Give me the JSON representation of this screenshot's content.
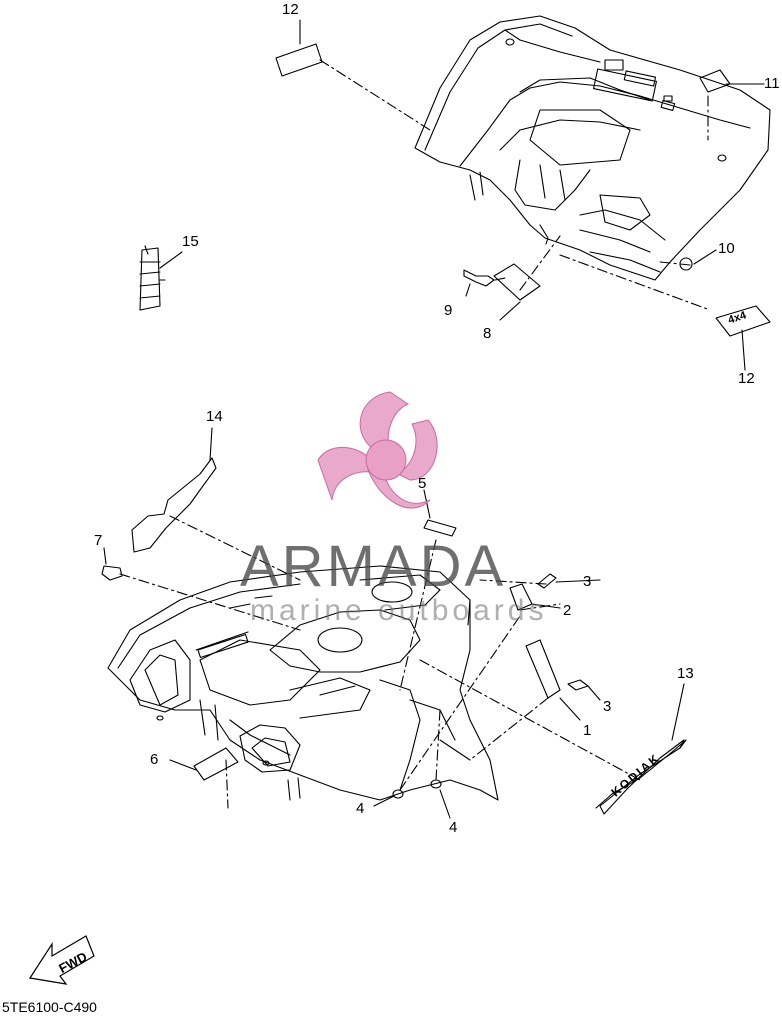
{
  "diagram": {
    "part_code": "5TE6100-C490",
    "fwd_label": "FWD",
    "watermark": {
      "brand": "ARMADA",
      "tagline": "marine outboards",
      "color": "#e8a6c8"
    },
    "callouts": [
      {
        "id": "c12a",
        "label": "12"
      },
      {
        "id": "c11",
        "label": "11"
      },
      {
        "id": "c15",
        "label": "15"
      },
      {
        "id": "c10",
        "label": "10"
      },
      {
        "id": "c9",
        "label": "9"
      },
      {
        "id": "c8",
        "label": "8"
      },
      {
        "id": "c12b",
        "label": "12"
      },
      {
        "id": "c14",
        "label": "14"
      },
      {
        "id": "c5",
        "label": "5"
      },
      {
        "id": "c7",
        "label": "7"
      },
      {
        "id": "c3a",
        "label": "3"
      },
      {
        "id": "c2",
        "label": "2"
      },
      {
        "id": "c3b",
        "label": "3"
      },
      {
        "id": "c13",
        "label": "13"
      },
      {
        "id": "c1",
        "label": "1"
      },
      {
        "id": "c6",
        "label": "6"
      },
      {
        "id": "c4a",
        "label": "4"
      },
      {
        "id": "c4b",
        "label": "4"
      }
    ],
    "decals": {
      "badge_4x4": "4x4",
      "side_decal": "KODIAK"
    }
  }
}
